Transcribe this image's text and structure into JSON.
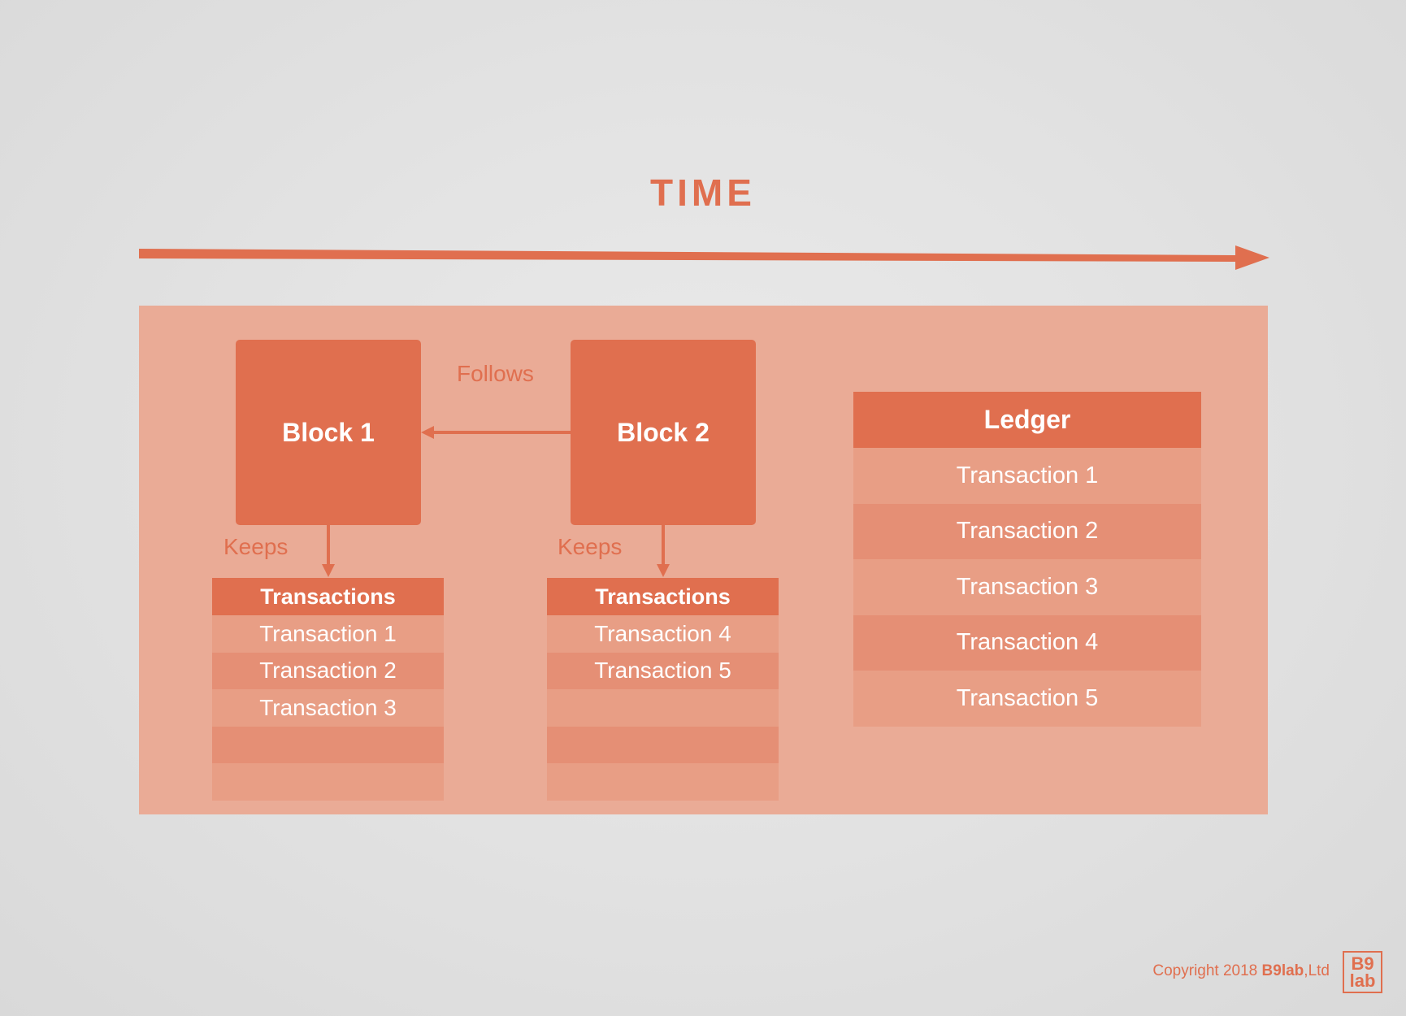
{
  "title": "TIME",
  "blocks": [
    {
      "label": "Block 1"
    },
    {
      "label": "Block 2"
    }
  ],
  "relations": {
    "follows": "Follows",
    "keeps": "Keeps"
  },
  "block_tables": [
    {
      "header": "Transactions",
      "rows": [
        "Transaction 1",
        "Transaction 2",
        "Transaction 3",
        "",
        ""
      ]
    },
    {
      "header": "Transactions",
      "rows": [
        "Transaction 4",
        "Transaction 5",
        "",
        "",
        ""
      ]
    }
  ],
  "ledger": {
    "header": "Ledger",
    "rows": [
      "Transaction 1",
      "Transaction 2",
      "Transaction 3",
      "Transaction 4",
      "Transaction 5"
    ]
  },
  "footer": {
    "copyright_prefix": "Copyright 2018 ",
    "company": "B9lab",
    "suffix": ",Ltd",
    "logo_line1": "B9",
    "logo_line2": "lab"
  },
  "colors": {
    "accent": "#e06f4f",
    "panel": "#eaab96",
    "row_light": "#e89e85",
    "row_dark": "#e58f75"
  }
}
